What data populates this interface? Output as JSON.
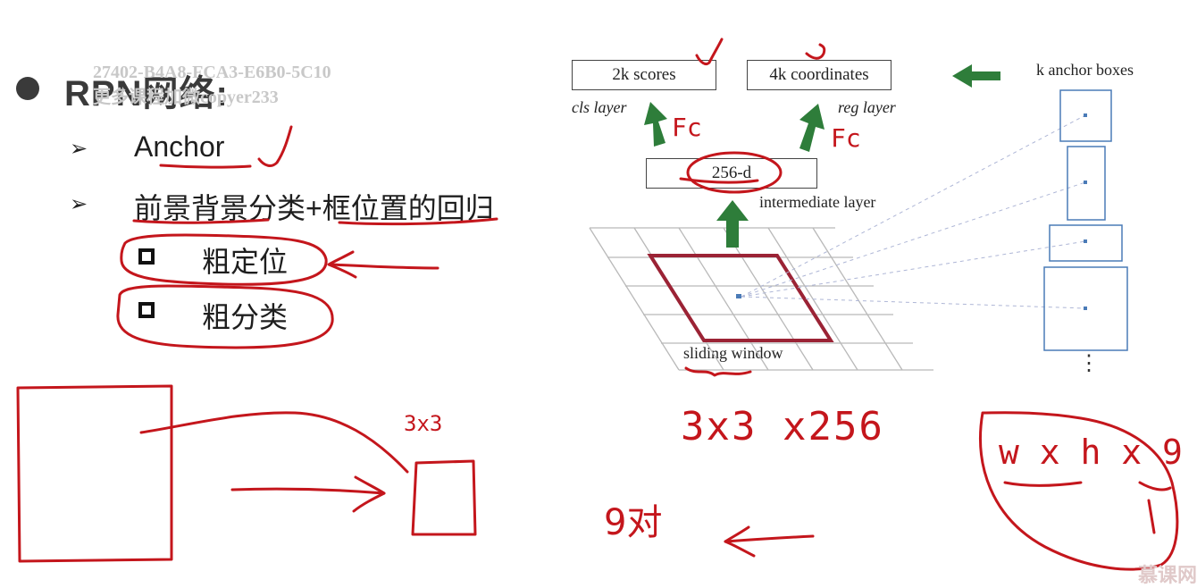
{
  "slide": {
    "title": "RPN网络:",
    "watermark_line1": "27402-B4A8-FCA3-E6B0-5C10",
    "watermark_line2": "更多课程加微copyer233",
    "items": [
      {
        "text": "Anchor"
      },
      {
        "text": "前景背景分类+框位置的回归"
      }
    ],
    "subitems": [
      {
        "text": "粗定位"
      },
      {
        "text": "粗分类"
      }
    ]
  },
  "diagram": {
    "cls_box": "2k scores",
    "reg_box": "4k coordinates",
    "cls_label": "cls layer",
    "reg_label": "reg layer",
    "intermediate_box": "256-d",
    "intermediate_label": "intermediate layer",
    "sliding_label": "sliding window",
    "anchor_label": "k anchor boxes",
    "ellipsis": "⋮",
    "colors": {
      "arrow_green": "#2e7d3a",
      "window_border": "#9b2335",
      "anchor_blue": "#4a7bb7",
      "grid": "#b9b9b9"
    }
  },
  "annotations": {
    "fc1": "Fc",
    "fc2": "Fc",
    "size_3x3": "3x3",
    "calc": "3x3 x256",
    "nine": "9对",
    "whs": "w x h x 9",
    "ink_color": "#c4161c"
  },
  "branding": {
    "logo_text": "慕课网"
  }
}
